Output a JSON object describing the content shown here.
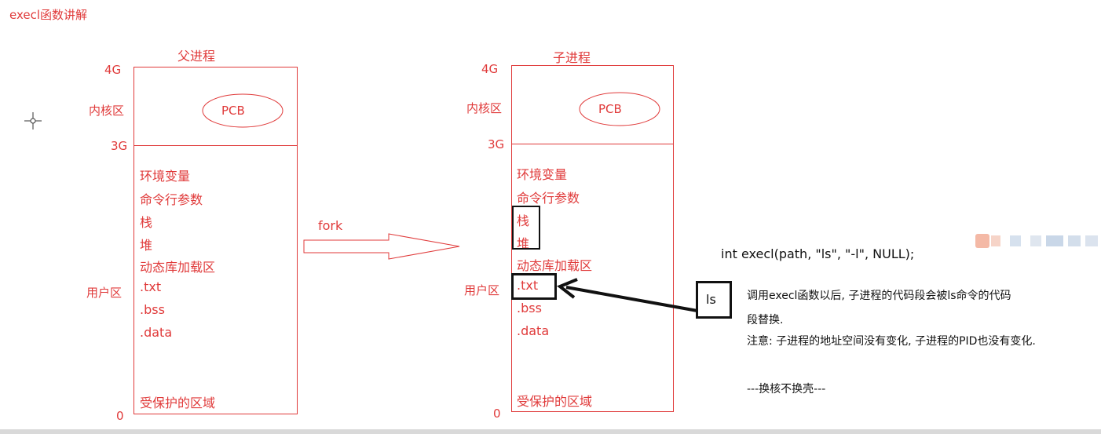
{
  "title": "execl函数讲解",
  "parent": {
    "heading": "父进程",
    "marks": {
      "top": "4G",
      "mid": "3G",
      "bottom": "0"
    },
    "kernel_label": "内核区",
    "user_label": "用户区",
    "pcb": "PCB",
    "segments": [
      "环境变量",
      "命令行参数",
      "栈",
      "堆",
      "动态库加载区",
      ".txt",
      ".bss",
      ".data"
    ],
    "protected": "受保护的区域"
  },
  "child": {
    "heading": "子进程",
    "marks": {
      "top": "4G",
      "mid": "3G",
      "bottom": "0"
    },
    "kernel_label": "内核区",
    "user_label": "用户区",
    "pcb": "PCB",
    "segments": [
      "环境变量",
      "命令行参数",
      "栈",
      "堆",
      "动态库加载区",
      ".txt",
      ".bss",
      ".data"
    ],
    "protected": "受保护的区域"
  },
  "fork_label": "fork",
  "ls_box": "ls",
  "code": "int execl(path, \"ls\", \"-l\", NULL);",
  "notes": {
    "line1": "调用execl函数以后, 子进程的代码段会被ls命令的代码",
    "line2": "段替换.",
    "line3": "注意: 子进程的地址空间没有变化, 子进程的PID也没有变化.",
    "line4": "---换核不换壳---"
  },
  "colors": {
    "accent": "#e03a3a",
    "ink": "#111111"
  }
}
